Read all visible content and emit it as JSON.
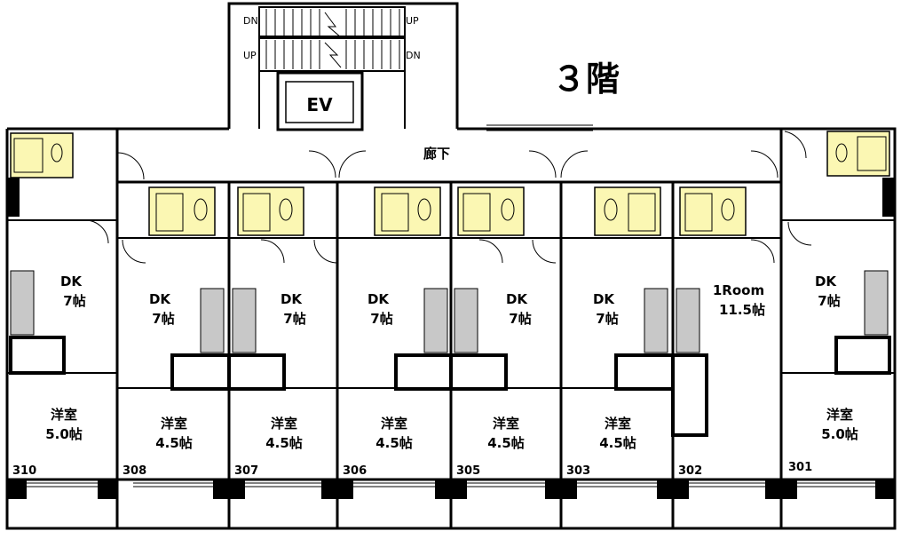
{
  "floor_title": "３階",
  "corridor_label": "廊下",
  "elevator_label": "EV",
  "stairs": {
    "dn_left": "DN",
    "up_right": "UP",
    "up_left": "UP",
    "dn_right": "DN"
  },
  "units": [
    {
      "number": "310",
      "dk_label": "DK",
      "dk_size": "7帖",
      "room_label": "洋室",
      "room_size": "5.0帖"
    },
    {
      "number": "308",
      "dk_label": "DK",
      "dk_size": "7帖",
      "room_label": "洋室",
      "room_size": "4.5帖"
    },
    {
      "number": "307",
      "dk_label": "DK",
      "dk_size": "7帖",
      "room_label": "洋室",
      "room_size": "4.5帖"
    },
    {
      "number": "306",
      "dk_label": "DK",
      "dk_size": "7帖",
      "room_label": "洋室",
      "room_size": "4.5帖"
    },
    {
      "number": "305",
      "dk_label": "DK",
      "dk_size": "7帖",
      "room_label": "洋室",
      "room_size": "4.5帖"
    },
    {
      "number": "303",
      "dk_label": "DK",
      "dk_size": "7帖",
      "room_label": "洋室",
      "room_size": "4.5帖"
    },
    {
      "number": "302",
      "dk_label": "1Room",
      "dk_size": "11.5帖",
      "room_label": "",
      "room_size": ""
    },
    {
      "number": "301",
      "dk_label": "DK",
      "dk_size": "7帖",
      "room_label": "洋室",
      "room_size": "5.0帖"
    }
  ],
  "colors": {
    "wall": "#000000",
    "bath_fill": "#fbf7b3",
    "fixture": "#c8c8c8"
  }
}
